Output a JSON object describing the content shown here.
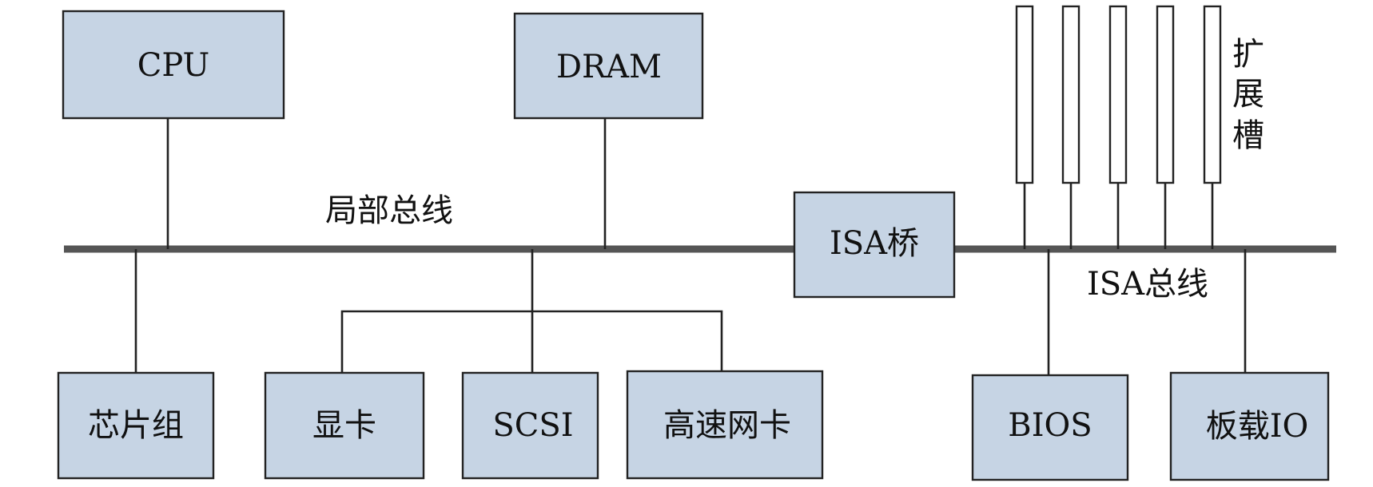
{
  "buses": {
    "local": "局部总线",
    "isa": "ISA总线"
  },
  "components": {
    "cpu": "CPU",
    "dram": "DRAM",
    "isa_bridge": "ISA桥",
    "chipset": "芯片组",
    "gpu": "显卡",
    "scsi": "SCSI",
    "nic": "高速网卡",
    "bios": "BIOS",
    "onboard_io": "板载IO"
  },
  "expansion_slots": {
    "label_chars": [
      "扩",
      "展",
      "槽"
    ],
    "count": 5
  }
}
